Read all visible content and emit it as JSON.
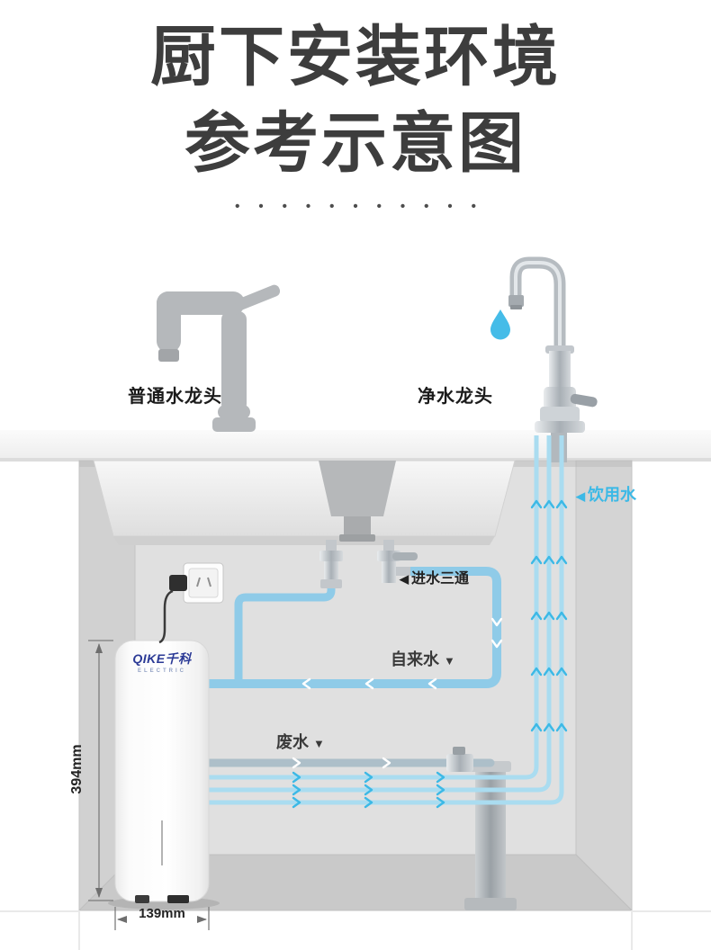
{
  "title": {
    "line1": "厨下安装环境",
    "line2": "参考示意图",
    "dots": "•••••••••••"
  },
  "faucet_labels": {
    "normal": "普通水龙头",
    "purified": "净水龙头"
  },
  "annotations": {
    "drinking_water": {
      "arrow": "◀",
      "text": "饮用水"
    },
    "inlet_tee": {
      "arrow": "◀",
      "text": "进水三通"
    },
    "tap_water": {
      "text": "自来水",
      "arrow": "▼"
    },
    "waste_water": {
      "text": "废水",
      "arrow": "▼"
    }
  },
  "dimensions": {
    "height": "394mm",
    "width": "139mm"
  },
  "device": {
    "brand": "QIKE千科",
    "series": "ELECTRIC"
  },
  "colors": {
    "title_gray": "#3d3d3d",
    "accent_cyan": "#3cb9e6",
    "pipe_cyan": "#aadcf0",
    "pipe_blue": "#8fcbe8",
    "pipe_waste": "#adbfc9"
  }
}
